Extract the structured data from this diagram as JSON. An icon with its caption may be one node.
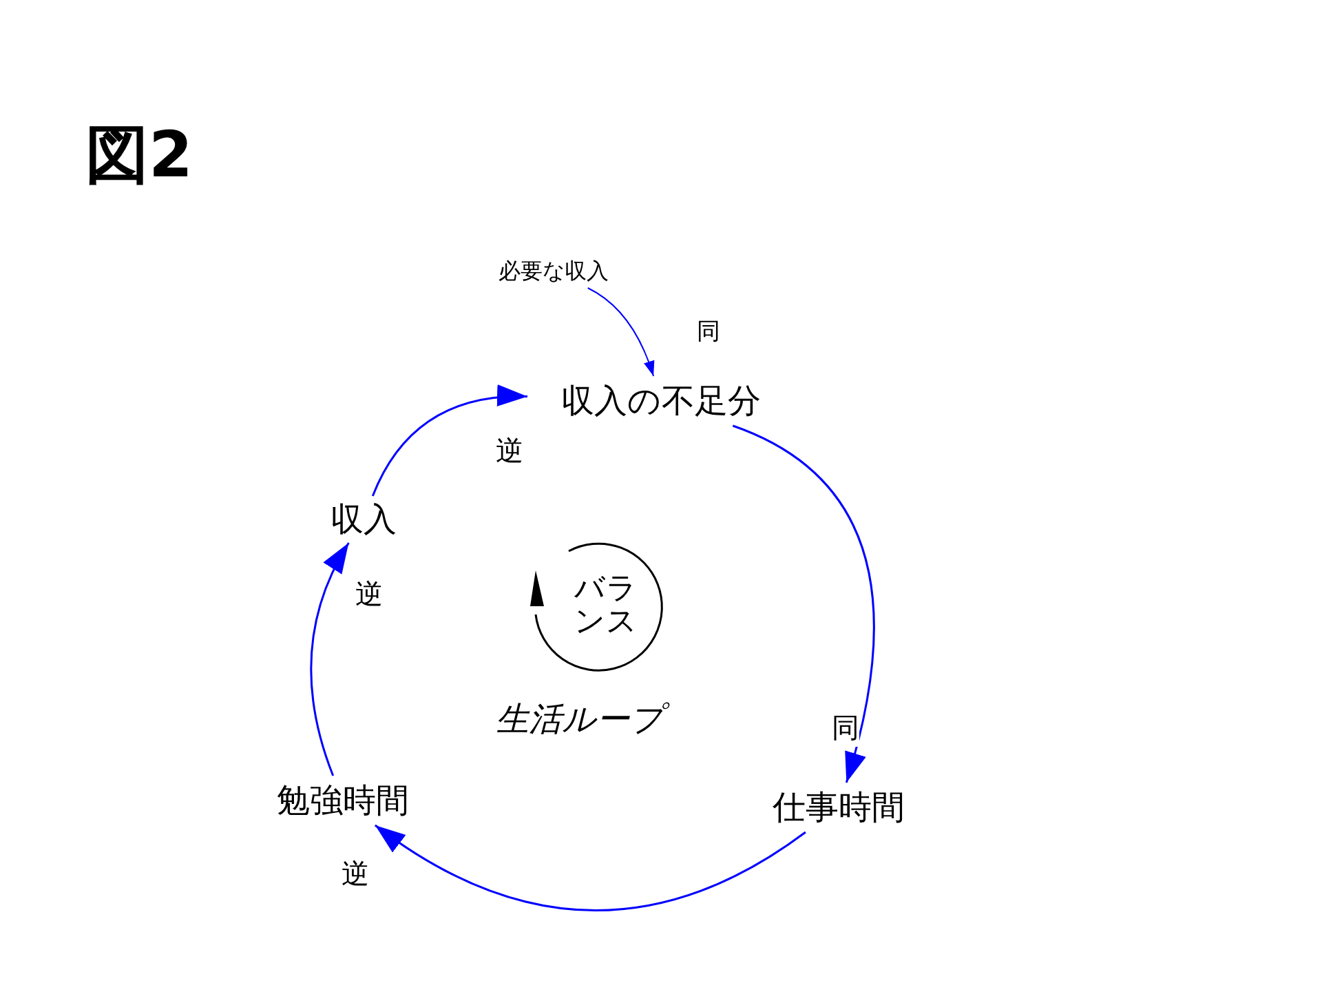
{
  "diagram": {
    "title": "図2",
    "nodes": [
      {
        "text": [
          "必要な収入"
        ]
      },
      {
        "text": [
          "収入の不足分"
        ]
      },
      {
        "text": [
          "仕事時間"
        ]
      },
      {
        "text": [
          "勉強時間"
        ]
      },
      {
        "text": [
          "収入"
        ]
      },
      {
        "text": [
          "バランス"
        ]
      }
    ],
    "edges": [
      {
        "from": 0,
        "to": 1,
        "arrow": "to",
        "label": "同"
      },
      {
        "from": 1,
        "to": 2,
        "arrow": "to",
        "label": "同"
      },
      {
        "from": 2,
        "to": 3,
        "arrow": "to",
        "label": "逆"
      },
      {
        "from": 3,
        "to": 4,
        "arrow": "to",
        "label": "逆"
      },
      {
        "from": 4,
        "to": 1,
        "arrow": "to",
        "label": "逆"
      }
    ],
    "labels": [
      "生活ループ"
    ]
  }
}
